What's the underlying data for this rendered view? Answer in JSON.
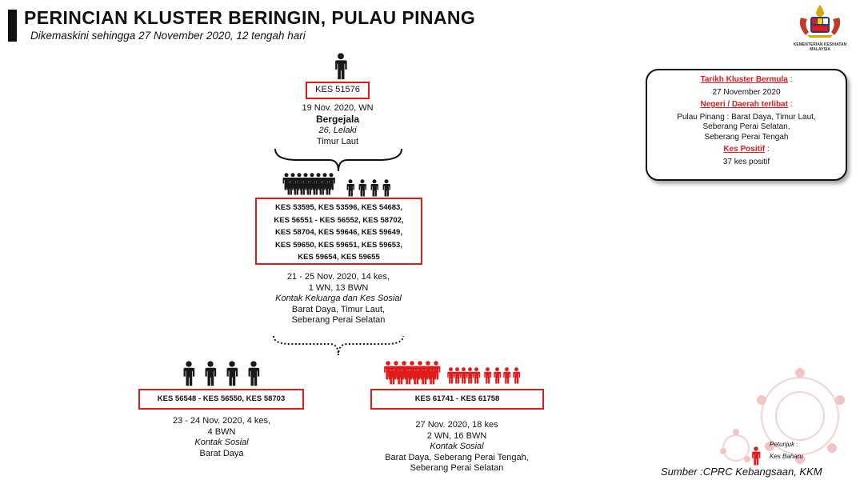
{
  "header": {
    "title": "PERINCIAN KLUSTER BERINGIN, PULAU PINANG",
    "subtitle": "Dikemaskini sehingga 27 November 2020, 12 tengah hari"
  },
  "logo": {
    "line1": "KEMENTERIAN KESIHATAN",
    "line2": "MALAYSIA"
  },
  "index_case": {
    "case_id": "KES 51576",
    "date": "19 Nov. 2020, WN",
    "status": "Bergejala",
    "profile": "26, Lelaki",
    "district": "Timur Laut"
  },
  "gen2": {
    "cases": [
      "KES 53595, KES 53596, KES 54683,",
      "KES 56551 - KES 56552, KES 58702,",
      "KES 58704, KES 59646, KES 59649,",
      "KES 59650, KES 59651, KES 59653,",
      "KES 59654, KES 59655"
    ],
    "date_count": "21 - 25 Nov. 2020, 14 kes,",
    "nationality": "1 WN, 13 BWN",
    "contact": "Kontak Keluarga dan Kes Sosial",
    "district1": "Barat Daya, Timur Laut,",
    "district2": "Seberang Perai Selatan"
  },
  "gen3_left": {
    "cases": "KES 56548 - KES 56550, KES 58703",
    "date_count": "23 - 24 Nov. 2020, 4 kes,",
    "nationality": "4 BWN",
    "contact": "Kontak Sosial",
    "district": "Barat Daya"
  },
  "gen3_right": {
    "cases": "KES 61741 - KES 61758",
    "date_count": "27 Nov. 2020, 18 kes",
    "nationality": "2 WN, 16 BWN",
    "contact": "Kontak Sosial",
    "district1": "Barat Daya, Seberang Perai Tengah,",
    "district2": "Seberang Perai Selatan"
  },
  "info": {
    "start_label": "Tarikh Kluster Bermula",
    "start_value": "27 November 2020",
    "area_label": "Negeri / Daerah terlibat",
    "area_line1": "Pulau Pinang : Barat Daya, Timur Laut,",
    "area_line2": "Seberang Perai Selatan,",
    "area_line3": "Seberang Perai Tengah",
    "positive_label": "Kes Positif",
    "positive_value": "37 kes positif"
  },
  "legend": {
    "title": "Petunjuk :",
    "new_case": "Kes Baharu"
  },
  "source": "Sumber :CPRC Kebangsaan,  KKM",
  "colors": {
    "new_case": "#e01b1b",
    "existing_case": "#1a1a1a",
    "frame": "#e01b1b"
  }
}
